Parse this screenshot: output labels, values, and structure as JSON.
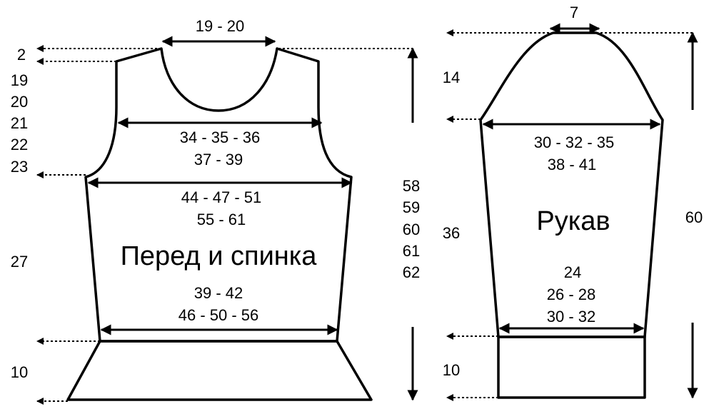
{
  "labels": {
    "front_title": "Перед и спинка",
    "sleeve_title": "Рукав",
    "front": {
      "neck_width": "19 - 20",
      "shoulder_drop": "2",
      "armhole_heights": [
        "19",
        "20",
        "21",
        "22",
        "23"
      ],
      "chest1": "34 - 35 - 36",
      "chest2": "37 - 39",
      "bust1": "44 - 47 - 51",
      "bust2": "55 - 61",
      "body_length": "27",
      "waist1": "39 - 42",
      "waist2": "46 - 50 - 56",
      "band_height": "10",
      "total_lengths": [
        "58",
        "59",
        "60",
        "61",
        "62"
      ]
    },
    "sleeve": {
      "top_width": "7",
      "cap_height": "14",
      "upper1": "30 - 32 - 35",
      "upper2": "38 - 41",
      "length": "36",
      "cuff1": "24",
      "cuff2": "26 - 28",
      "cuff3": "30 - 32",
      "cuff_height": "10",
      "total_length": "60"
    }
  }
}
